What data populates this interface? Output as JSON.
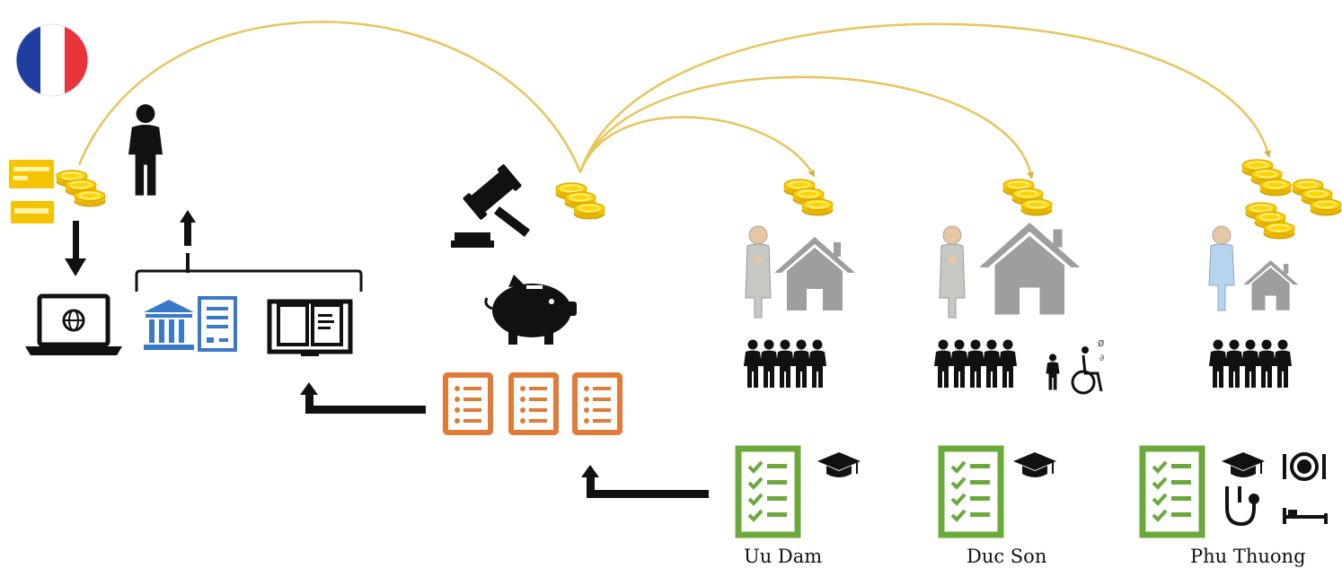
{
  "colors": {
    "gold": "#f5c400",
    "gold_outline": "#d9a800",
    "arc": "#e8c45a",
    "black": "#111111",
    "grey": "#9e9e9e",
    "blue": "#3a78c9",
    "orange": "#e07b39",
    "green": "#6aaa3a",
    "flag_blue": "#1f3fa0",
    "flag_red": "#e8333c"
  },
  "icons": [
    "france-flag-icon",
    "bank-card-icon",
    "coins-icon",
    "person-icon",
    "laptop-globe-icon",
    "bank-icon",
    "document-icon",
    "open-book-icon",
    "gavel-icon",
    "piggy-bank-icon",
    "orange-list-icon",
    "green-checklist-icon",
    "graduation-cap-icon",
    "meal-icon",
    "stethoscope-icon",
    "bed-icon",
    "elderly-person-icon",
    "house-icon",
    "family-icon",
    "child-icon",
    "wheelchair-icon"
  ],
  "locations": [
    {
      "name": "Uu Dam"
    },
    {
      "name": "Duc Son"
    },
    {
      "name": "Phu Thuong"
    }
  ]
}
